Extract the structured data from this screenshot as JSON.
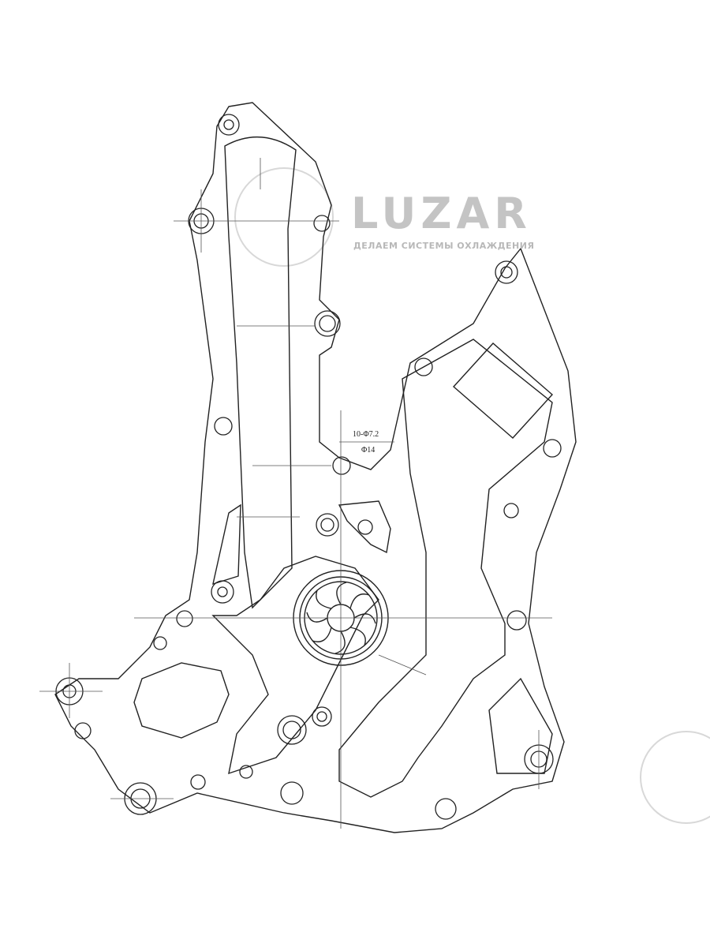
{
  "watermark": {
    "brand": "LUZAR",
    "tagline": "ДЕЛАЕМ СИСТЕМЫ ОХЛАЖДЕНИЯ"
  },
  "annotations": {
    "hole_count_diameter": "10-Φ7.2",
    "counterbore": "Φ14"
  },
  "colors": {
    "line": "#222222",
    "watermark": "#d6d6d6"
  }
}
